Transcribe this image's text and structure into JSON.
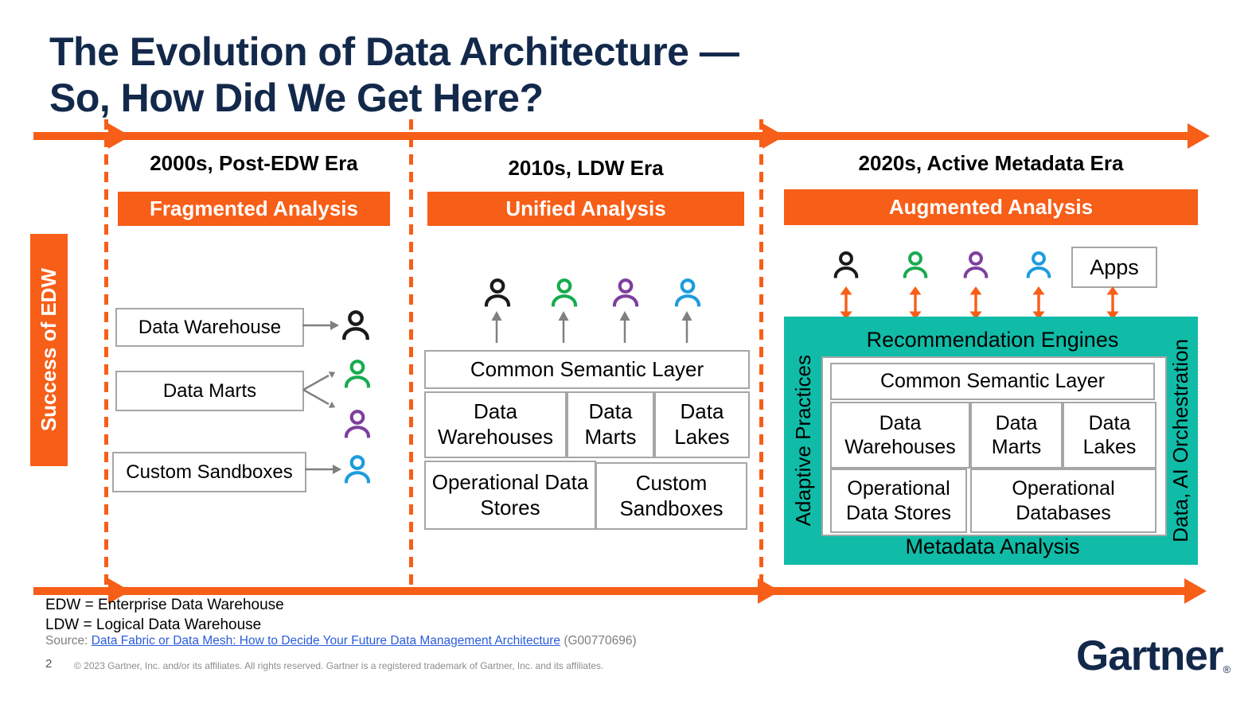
{
  "colors": {
    "orange": "#F75E17",
    "teal": "#10BCA7",
    "navy": "#13294B",
    "link": "#2A5CDB",
    "border_gray": "#A6A6A6",
    "arrow_gray": "#808080",
    "user_black": "#1A1A1A",
    "user_green": "#17AB4F",
    "user_purple": "#7E3F9D",
    "user_blue": "#1C9CDE",
    "text_gray": "#7F7F7F"
  },
  "title": {
    "line1": "The Evolution of Data Architecture —",
    "line2": "So, How Did We Get Here?"
  },
  "left_banner": {
    "label": "Success of EDW"
  },
  "col1": {
    "era": "2000s, Post-EDW Era",
    "banner": "Fragmented Analysis",
    "box1": "Data Warehouse",
    "box2": "Data Marts",
    "box3": "Custom Sandboxes"
  },
  "col2": {
    "era": "2010s, LDW Era",
    "banner": "Unified Analysis",
    "semantic": "Common Semantic Layer",
    "r1c1": "Data Warehouses",
    "r1c2": "Data Marts",
    "r1c3": "Data Lakes",
    "r2c1": "Operational Data Stores",
    "r2c2": "Custom Sandboxes"
  },
  "col3": {
    "era": "2020s, Active Metadata Era",
    "banner": "Augmented Analysis",
    "apps": "Apps",
    "recommendation": "Recommendation Engines",
    "semantic": "Common Semantic Layer",
    "r1c1": "Data Warehouses",
    "r1c2": "Data Marts",
    "r1c3": "Data Lakes",
    "r2c1": "Operational Data Stores",
    "r2c2": "Operational Databases",
    "metadata": "Metadata Analysis",
    "left_vertical": "Adaptive Practices",
    "right_vertical": "Data, AI Orchestration"
  },
  "icons": {
    "user": "person-outline",
    "flow": "gray-arrow",
    "exchange": "orange-double-arrow"
  },
  "footer": {
    "edw": "EDW = Enterprise Data Warehouse",
    "ldw": "LDW = Logical Data Warehouse",
    "source_label": "Source:",
    "source_link": "Data Fabric or Data Mesh: How to Decide Your Future Data Management Architecture",
    "source_ref": "(G00770696)",
    "page": "2",
    "copyright": "© 2023 Gartner, Inc. and/or its affiliates. All rights reserved. Gartner is a registered trademark of Gartner, Inc. and its affiliates.",
    "brand": "Gartner",
    "brand_reg": "®"
  }
}
